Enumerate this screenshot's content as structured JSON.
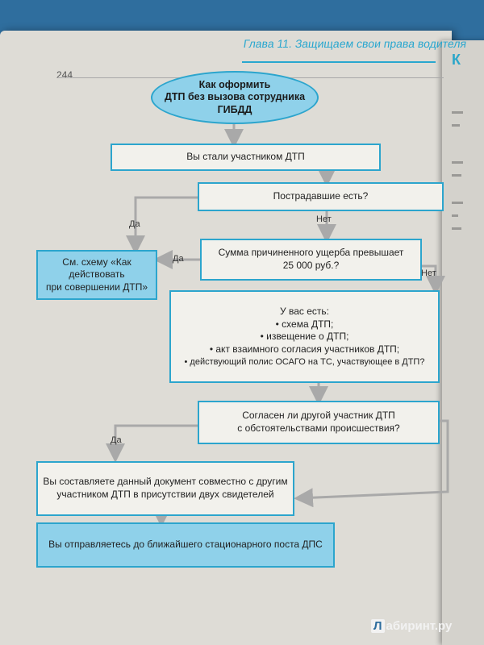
{
  "header": {
    "chapter_title": "Глава 11. Защищаем свои права водителя",
    "page_number": "244"
  },
  "right_page": {
    "letter": "К"
  },
  "flowchart": {
    "title": "Как оформить\nДТП без вызова сотрудника\nГИБДД",
    "step_participant": "Вы стали участником ДТП",
    "question_victims": "Пострадавшие есть?",
    "question_damage": "Сумма причиненного ущерба превышает\n25 000 руб.?",
    "see_scheme": "См. схему «Как\nдействовать\nпри совершении ДТП»",
    "have_title": "У вас есть:",
    "have_items": [
      "• схема ДТП;",
      "• извещение о ДТП;",
      "• акт взаимного согласия участников ДТП;",
      "• действующий полис ОСАГО на ТС, участвующее в ДТП?"
    ],
    "question_agree": "Согласен ли другой участник ДТП\nс обстоятельствами происшествия?",
    "step_document": "Вы составляете данный документ совместно с другим\nучастником ДТП в присутствии двух свидетелей",
    "step_go": "Вы отправляетесь до ближайшего стационарного поста ДПС",
    "labels": {
      "yes": "Да",
      "no": "Нет"
    }
  },
  "watermark": {
    "badge": "Л",
    "text": "абиринт.ру"
  }
}
